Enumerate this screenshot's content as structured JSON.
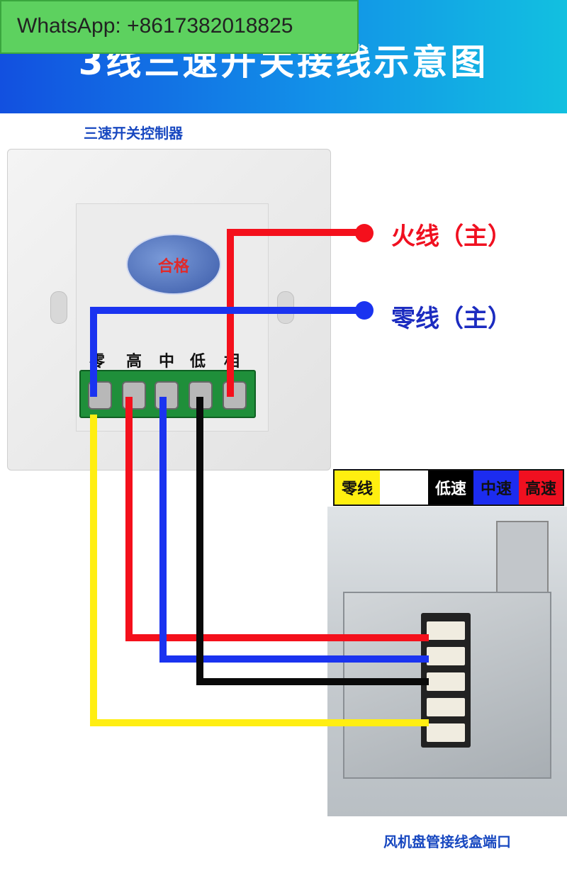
{
  "banner": {
    "title": "3线三速开关接线示意图"
  },
  "watermark": {
    "text": "WhatsApp: +8617382018825"
  },
  "controller": {
    "label": "三速开关控制器",
    "logo_text": "合格",
    "terminals": [
      "零",
      "高",
      "中",
      "低",
      "相"
    ]
  },
  "mains": {
    "live_label": "火线（主）",
    "neutral_label": "零线（主）"
  },
  "legend": [
    {
      "text": "零线",
      "bg": "#ffef10",
      "fg": "#111111"
    },
    {
      "text": "",
      "bg": "#ffffff",
      "fg": "#111111"
    },
    {
      "text": "低速",
      "bg": "#000000",
      "fg": "#ffffff"
    },
    {
      "text": "中速",
      "bg": "#1c2cf0",
      "fg": "#111111"
    },
    {
      "text": "高速",
      "bg": "#f01020",
      "fg": "#111111"
    }
  ],
  "fan_coil": {
    "label": "风机盘管接线盒端口"
  },
  "colors": {
    "red": "#f4101c",
    "blue": "#1a33f0",
    "black": "#0a0a0a",
    "yellow": "#ffee12"
  }
}
